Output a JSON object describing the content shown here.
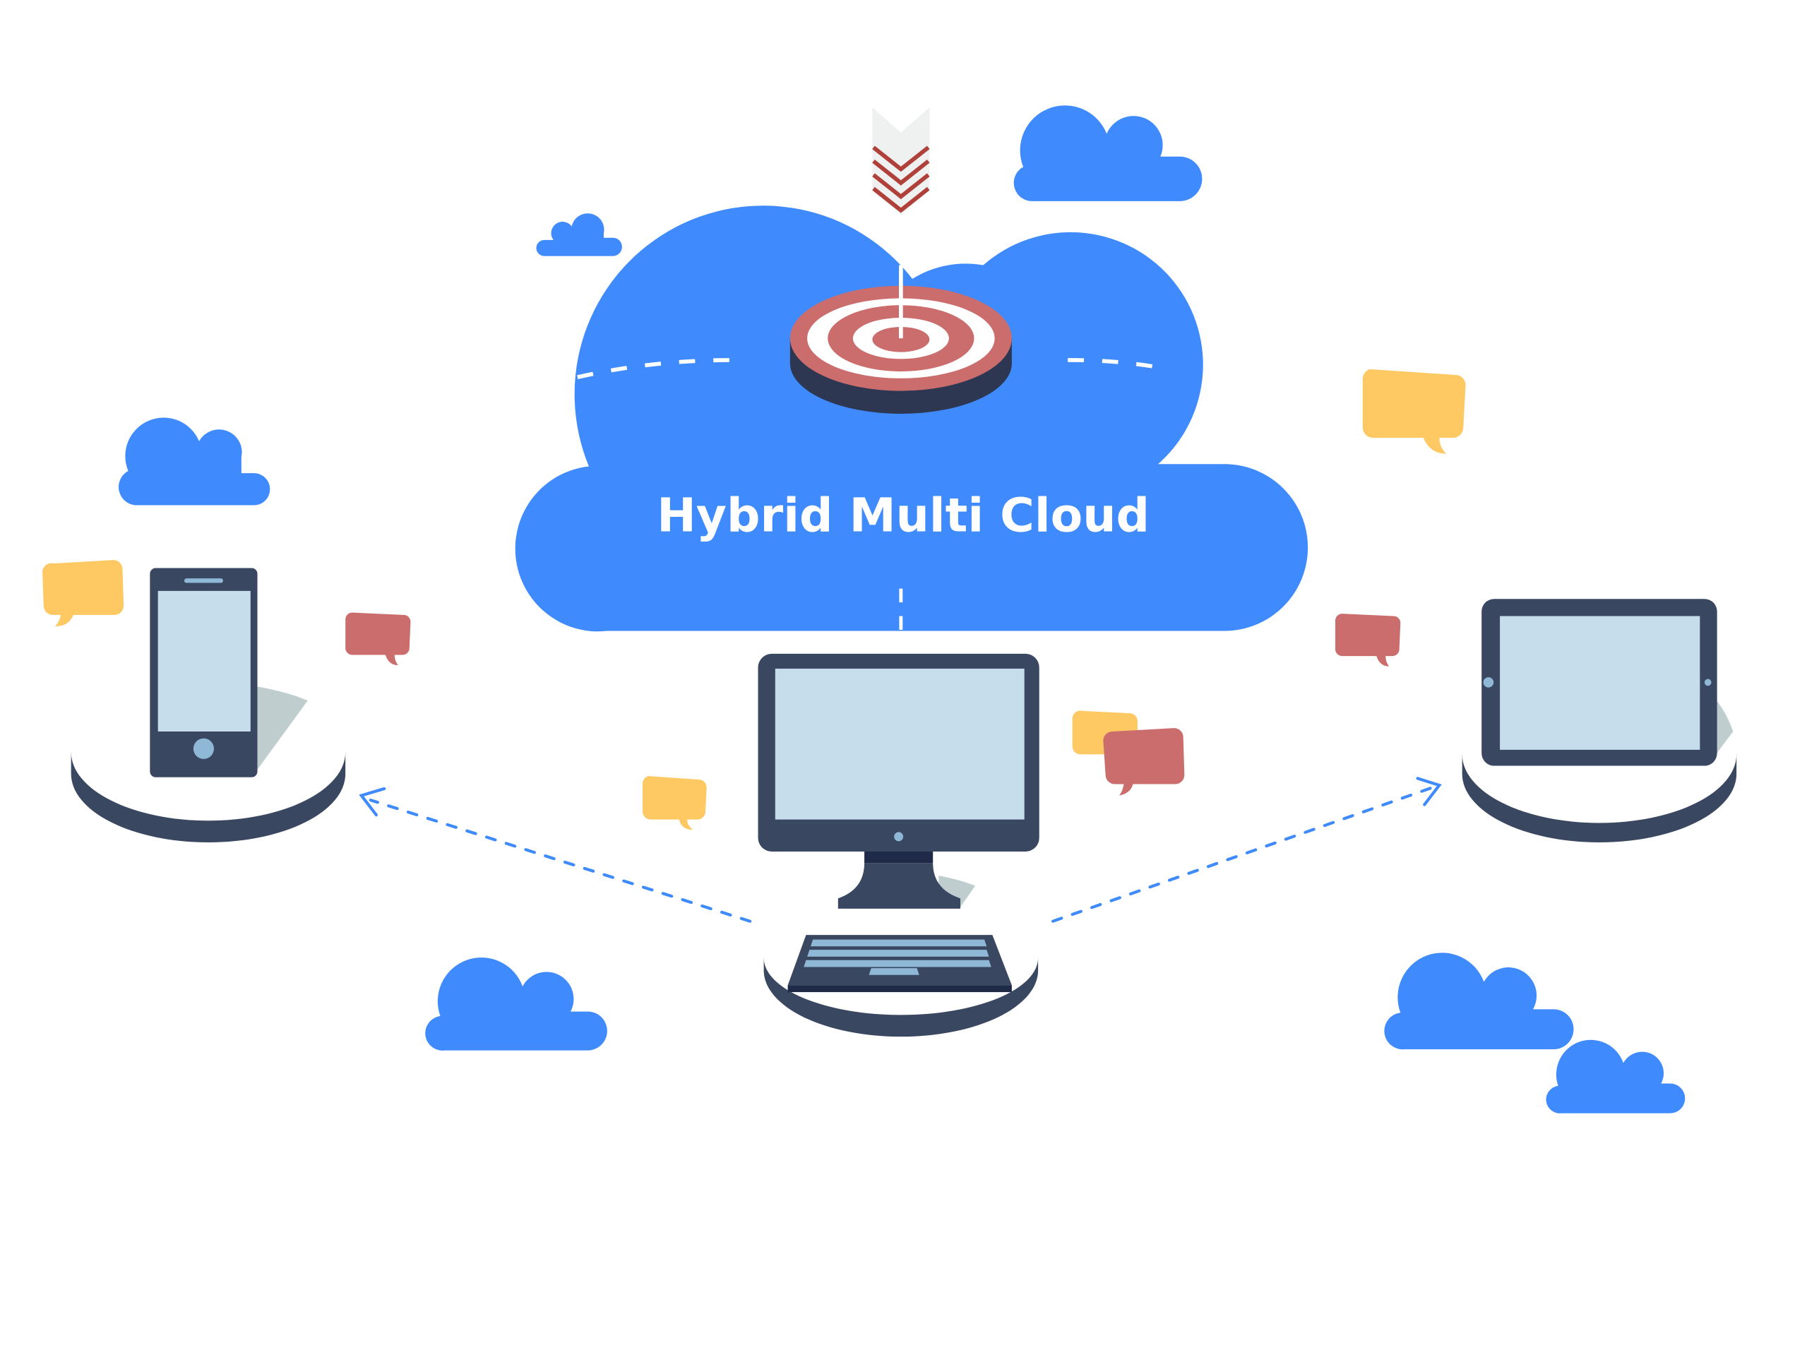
{
  "diagram": {
    "title": "Hybrid Multi Cloud",
    "nodes": [
      {
        "id": "cloud",
        "label": "Hybrid Multi Cloud",
        "kind": "cloud"
      },
      {
        "id": "smartphone",
        "kind": "device"
      },
      {
        "id": "desktop",
        "kind": "device"
      },
      {
        "id": "tablet",
        "kind": "device"
      }
    ],
    "edges": [
      {
        "from": "desktop",
        "to": "smartphone",
        "style": "dashed-arrow"
      },
      {
        "from": "desktop",
        "to": "tablet",
        "style": "dashed-arrow"
      },
      {
        "from": "cloud",
        "to": "desktop",
        "style": "dashed-line"
      }
    ],
    "icons": [
      "target-icon",
      "arrow-chevron-icon",
      "speech-bubble-icon",
      "cloud-icon",
      "smartphone-icon",
      "monitor-icon",
      "keyboard-icon",
      "tablet-icon"
    ]
  },
  "colors": {
    "cloud_blue": "#3f8bfd",
    "device_dark": "#3a4760",
    "screen_light": "#c6ddec",
    "accent_light_blue": "#8fb7d6",
    "target_red": "#cc6d6d",
    "bubble_yellow": "#fec862",
    "bubble_red": "#cc6d6d",
    "arrow_red": "#b0403a",
    "shadow_gray": "#bfcdcf",
    "background": "#ffffff"
  }
}
